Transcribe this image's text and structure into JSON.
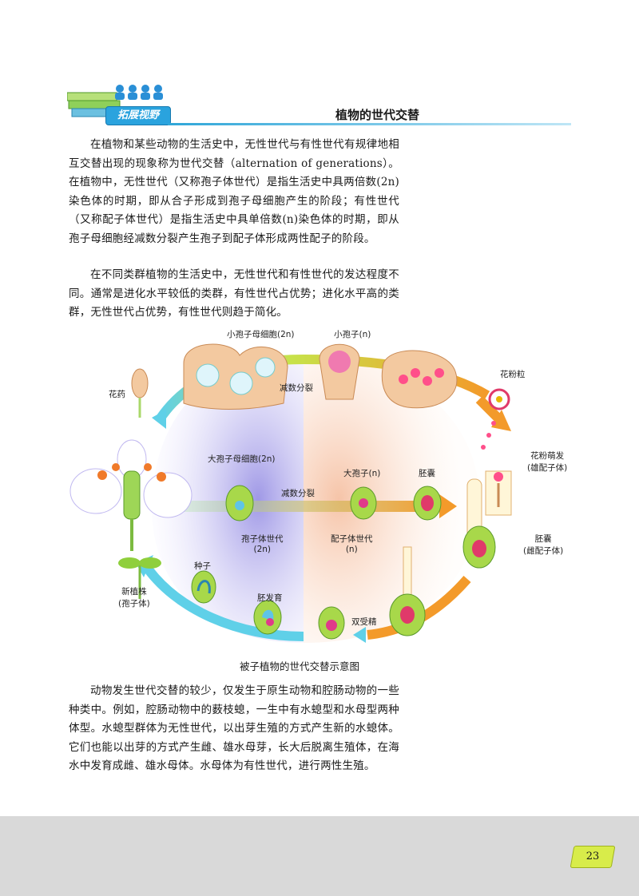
{
  "header": {
    "badge_label": "拓展视野",
    "title": "植物的世代交替"
  },
  "paragraphs": {
    "p1": "在植物和某些动物的生活史中，无性世代与有性世代有规律地相互交替出现的现象称为世代交替（alternation of generations）。在植物中，无性世代（又称孢子体世代）是指生活史中具两倍数(2n)染色体的时期，即从合子形成到孢子母细胞产生的阶段；有性世代（又称配子体世代）是指生活史中具单倍数(n)染色体的时期，即从孢子母细胞经减数分裂产生孢子到配子体形成两性配子的阶段。",
    "p2": "在不同类群植物的生活史中，无性世代和有性世代的发达程度不同。通常是进化水平较低的类群，有性世代占优势；进化水平高的类群，无性世代占优势，有性世代则趋于简化。",
    "p3": "动物发生世代交替的较少，仅发生于原生动物和腔肠动物的一些种类中。例如，腔肠动物中的薮枝螅，一生中有水螅型和水母型两种体型。水螅型群体为无性世代，以出芽生殖的方式产生新的水螅体。它们也能以出芽的方式产生雌、雄水母芽，长大后脱离生殖体，在海水中发育成雌、雄水母体。水母体为有性世代，进行两性生殖。"
  },
  "diagram": {
    "caption": "被子植物的世代交替示意图",
    "labels": {
      "microsporocyte": "小孢子母细胞(2n)",
      "microspore": "小孢子(n)",
      "pollen": "花粉粒",
      "anther": "花药",
      "meiosis_top": "减数分裂",
      "megasporocyte": "大孢子母细胞(2n)",
      "megaspore": "大孢子(n)",
      "embryo_sac": "胚囊",
      "pollen_germ_1": "花粉萌发",
      "pollen_germ_2": "(雄配子体)",
      "meiosis_mid": "减数分裂",
      "sporophyte_gen_1": "孢子体世代",
      "sporophyte_gen_2": "(2n)",
      "gametophyte_gen_1": "配子体世代",
      "gametophyte_gen_2": "(n)",
      "embryo_sac_female_1": "胚囊",
      "embryo_sac_female_2": "(雌配子体)",
      "seed": "种子",
      "new_plant_1": "新植株",
      "new_plant_2": "(孢子体)",
      "embryo_dev": "胚发育",
      "double_fert": "双受精"
    },
    "colors": {
      "sporophyte_bg": "#b9b2e8",
      "gametophyte_bg": "#f7d9c8",
      "arrow_cyan": "#5fd0e8",
      "arrow_orange": "#f39a2a",
      "cell_green": "#a8d84a",
      "header_blue": "#2fa6d8"
    }
  },
  "page_number": "23"
}
